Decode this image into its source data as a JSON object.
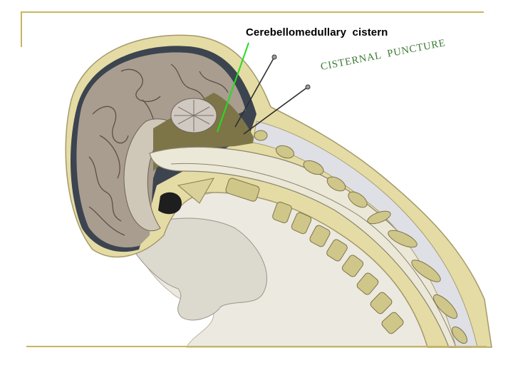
{
  "slide": {
    "labels": {
      "structure": "Cerebellomedullary  cistern",
      "procedure": "CISTERNAL  PUNCTURE"
    },
    "colors": {
      "frame_line": "#c8b560",
      "pointer_line": "#22dd22",
      "procedure_text": "#3d7a35",
      "bone": "#ded9a0",
      "brain": "#a89b8e",
      "skin": "#ebe9e0",
      "cistern": "#7d7548"
    },
    "illustration": {
      "subject": "sagittal section of flexed head and cervical spine with two needles inserted into the cerebellomedullary cistern",
      "needles": 2
    }
  }
}
